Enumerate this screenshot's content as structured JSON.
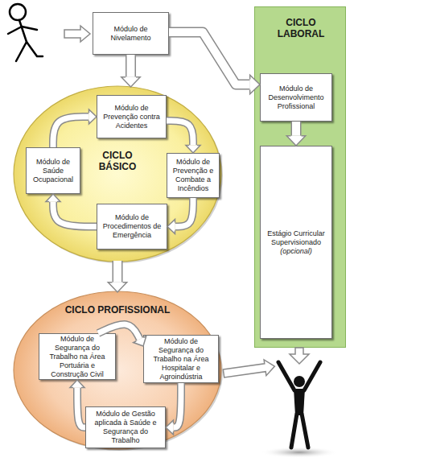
{
  "diagram": {
    "nodes": [
      {
        "text": [
          "Módulo de Nivelamento"
        ]
      },
      {
        "text": [
          "CICLO LABORAL"
        ]
      },
      {
        "text": [
          "Módulo de Desenvolvimento Profissional"
        ],
        "in": 1
      },
      {
        "text": [
          "Estágio Curricular Supervisionado",
          "(opcional)"
        ],
        "in": 1
      },
      {
        "text": [
          "CICLO BÁSICO"
        ]
      },
      {
        "text": [
          "Módulo de Prevenção contra Acidentes"
        ],
        "in": 4
      },
      {
        "text": [
          "Módulo de Prevenção e Combate a Incêndios"
        ],
        "in": 4
      },
      {
        "text": [
          "Módulo de Procedimentos de Emergência"
        ],
        "in": 4
      },
      {
        "text": [
          "Módulo de Saúde Ocupacional"
        ],
        "in": 4
      },
      {
        "text": [
          "CICLO PROFISSIONAL"
        ]
      },
      {
        "text": [
          "Módulo de Segurança do Trabalho na Área Portuária e Construção Civil"
        ],
        "in": 9
      },
      {
        "text": [
          "Módulo de Segurança do Trabalho na Área Hospitalar e Agroindústria"
        ],
        "in": 9
      },
      {
        "text": [
          "Módulo de Gestão aplicada à Saúde e Segurança do Trabalho"
        ],
        "in": 9
      }
    ],
    "edges": [
      {
        "from": 0,
        "to": 4,
        "arrow": "to"
      },
      {
        "from": 0,
        "to": 2,
        "arrow": "to"
      },
      {
        "from": 2,
        "to": 3,
        "arrow": "to"
      },
      {
        "from": 5,
        "to": 6,
        "arrow": "to"
      },
      {
        "from": 6,
        "to": 7,
        "arrow": "to"
      },
      {
        "from": 7,
        "to": 8,
        "arrow": "to"
      },
      {
        "from": 8,
        "to": 5,
        "arrow": "to"
      },
      {
        "from": 4,
        "to": 9,
        "arrow": "to"
      },
      {
        "from": 10,
        "to": 11,
        "arrow": "to"
      },
      {
        "from": 11,
        "to": 12,
        "arrow": "to"
      },
      {
        "from": 12,
        "to": 10,
        "arrow": "to"
      }
    ]
  }
}
